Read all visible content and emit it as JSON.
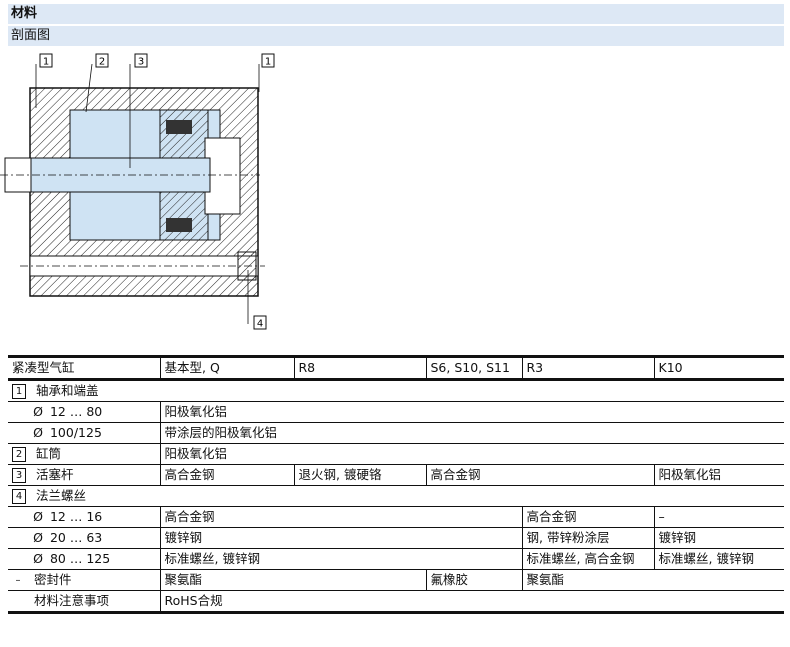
{
  "header": {
    "section": "材料",
    "subsection": "剖面图"
  },
  "drawing": {
    "callouts": [
      "1",
      "2",
      "3",
      "1",
      "4"
    ]
  },
  "table": {
    "columns": [
      "紧凑型气缸",
      "基本型, Q",
      "R8",
      "S6, S10, S11",
      "R3",
      "K10"
    ],
    "rows": {
      "r1": {
        "num": "1",
        "label": "轴承和端盖"
      },
      "r1a": {
        "dia": "Ø",
        "label": "12 … 80",
        "v1": "阳极氧化铝"
      },
      "r1b": {
        "dia": "Ø",
        "label": "100/125",
        "v1": "带涂层的阳极氧化铝"
      },
      "r2": {
        "num": "2",
        "label": "缸筒",
        "v1": "阳极氧化铝"
      },
      "r3": {
        "num": "3",
        "label": "活塞杆",
        "v1": "高合金钢",
        "v2": "退火钢, 镀硬铬",
        "v3": "高合金钢",
        "v5": "阳极氧化铝"
      },
      "r4": {
        "num": "4",
        "label": "法兰螺丝"
      },
      "r4a": {
        "dia": "Ø",
        "label": "12 … 16",
        "v1": "高合金钢",
        "v4": "高合金钢",
        "v5": "–"
      },
      "r4b": {
        "dia": "Ø",
        "label": "20 … 63",
        "v1": "镀锌钢",
        "v4": "钢, 带锌粉涂层",
        "v5": "镀锌钢"
      },
      "r4c": {
        "dia": "Ø",
        "label": "80 … 125",
        "v1": "标准螺丝, 镀锌钢",
        "v4": "标准螺丝, 高合金钢",
        "v5": "标准螺丝, 镀锌钢"
      },
      "r5": {
        "num": "–",
        "label": "密封件",
        "v1": "聚氨酯",
        "v3": "氟橡胶",
        "v4": "聚氨酯"
      },
      "r6": {
        "label": "材料注意事项",
        "v1": "RoHS合规"
      }
    }
  }
}
